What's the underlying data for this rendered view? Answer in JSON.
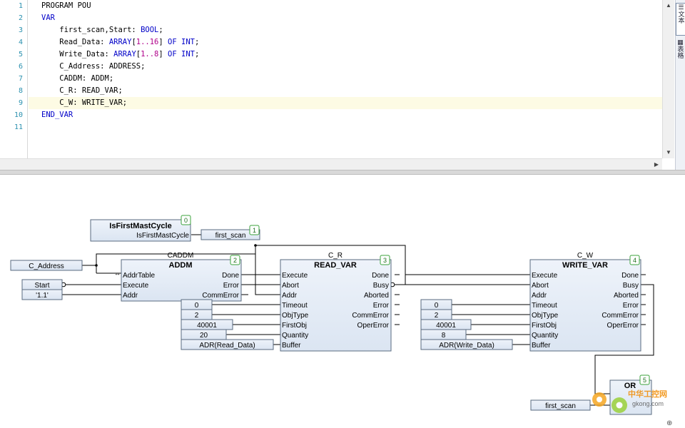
{
  "editor": {
    "line_numbers": [
      "1",
      "2",
      "3",
      "4",
      "5",
      "6",
      "7",
      "8",
      "9",
      "10",
      "11"
    ],
    "lines": [
      {
        "parts": [
          {
            "t": "PROGRAM POU",
            "c": ""
          }
        ]
      },
      {
        "parts": [
          {
            "t": "VAR",
            "c": "kw"
          }
        ]
      },
      {
        "parts": [
          {
            "t": "    first_scan,Start: ",
            "c": ""
          },
          {
            "t": "BOOL",
            "c": "kw"
          },
          {
            "t": ";",
            "c": ""
          }
        ]
      },
      {
        "parts": [
          {
            "t": "    Read_Data: ",
            "c": ""
          },
          {
            "t": "ARRAY",
            "c": "kw"
          },
          {
            "t": "[",
            "c": ""
          },
          {
            "t": "1..16",
            "c": "num"
          },
          {
            "t": "] ",
            "c": ""
          },
          {
            "t": "OF",
            "c": "kw"
          },
          {
            "t": " ",
            "c": ""
          },
          {
            "t": "INT",
            "c": "kw"
          },
          {
            "t": ";",
            "c": ""
          }
        ]
      },
      {
        "parts": [
          {
            "t": "    Write_Data: ",
            "c": ""
          },
          {
            "t": "ARRAY",
            "c": "kw"
          },
          {
            "t": "[",
            "c": ""
          },
          {
            "t": "1..8",
            "c": "num"
          },
          {
            "t": "] ",
            "c": ""
          },
          {
            "t": "OF",
            "c": "kw"
          },
          {
            "t": " ",
            "c": ""
          },
          {
            "t": "INT",
            "c": "kw"
          },
          {
            "t": ";",
            "c": ""
          }
        ]
      },
      {
        "parts": [
          {
            "t": "    C_Address: ADDRESS;",
            "c": ""
          }
        ]
      },
      {
        "parts": [
          {
            "t": "    CADDM: ADDM;",
            "c": ""
          }
        ]
      },
      {
        "parts": [
          {
            "t": "    C_R: READ_VAR;",
            "c": ""
          }
        ]
      },
      {
        "parts": [
          {
            "t": "    C_W: WRITE_VAR;",
            "c": ""
          }
        ]
      },
      {
        "parts": [
          {
            "t": "END_VAR",
            "c": "kw"
          }
        ]
      },
      {
        "parts": []
      }
    ]
  },
  "side_tabs": [
    "文本",
    "表格"
  ],
  "fbd": {
    "is_first": {
      "name": "IsFirstMastCycle",
      "out": "IsFirstMastCycle",
      "order": "0"
    },
    "first_scan_out": {
      "label": "first_scan",
      "order": "1"
    },
    "c_address": "C_Address",
    "start": "Start",
    "addr_str": "'1.1'",
    "addm": {
      "instance": "CADDM",
      "type": "ADDM",
      "order": "2",
      "inputs": [
        "AddrTable",
        "Execute",
        "Addr"
      ],
      "outputs": [
        "Done",
        "Error",
        "CommError"
      ]
    },
    "read": {
      "instance": "C_R",
      "type": "READ_VAR",
      "order": "3",
      "inputs": [
        "Execute",
        "Abort",
        "Addr",
        "Timeout",
        "ObjType",
        "FirstObj",
        "Quantity",
        "Buffer"
      ],
      "outputs": [
        "Done",
        "Busy",
        "Aborted",
        "Error",
        "CommError",
        "OperError"
      ],
      "consts": [
        "0",
        "2",
        "40001",
        "20"
      ],
      "buffer": "ADR(Read_Data)"
    },
    "write": {
      "instance": "C_W",
      "type": "WRITE_VAR",
      "order": "4",
      "inputs": [
        "Execute",
        "Abort",
        "Addr",
        "Timeout",
        "ObjType",
        "FirstObj",
        "Quantity",
        "Buffer"
      ],
      "outputs": [
        "Done",
        "Busy",
        "Aborted",
        "Error",
        "CommError",
        "OperError"
      ],
      "consts": [
        "0",
        "2",
        "40001",
        "8"
      ],
      "buffer": "ADR(Write_Data)"
    },
    "or_block": {
      "type": "OR",
      "order": "5"
    },
    "first_scan_in": "first_scan",
    "watermark": {
      "brand": "中华工控网",
      "url": "gkong.com"
    }
  },
  "colors": {
    "block_fill": "#e6eef8",
    "block_border": "#5a6b80",
    "order_badge": "#3ca33c",
    "keyword": "#0000c8",
    "number": "#b0008a",
    "line_number": "#2b91af"
  }
}
